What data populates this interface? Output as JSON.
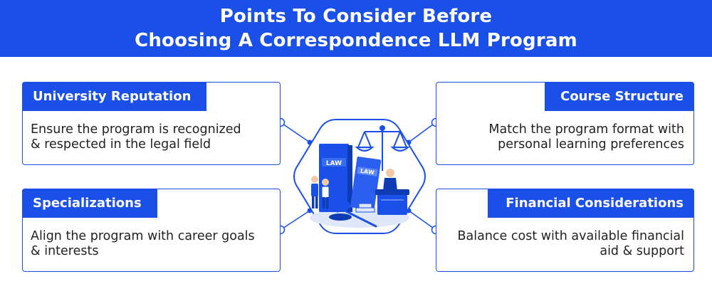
{
  "banner": {
    "line1": "Points To Consider Before",
    "line2": "Choosing A Correspondence LLM Program"
  },
  "cards": {
    "reputation": {
      "title": "University Reputation",
      "body_line1": "Ensure the program is recognized",
      "body_line2": "& respected in the legal field"
    },
    "structure": {
      "title": "Course Structure",
      "body_line1": "Match the program format with",
      "body_line2": "personal learning preferences"
    },
    "specializations": {
      "title": "Specializations",
      "body_line1": "Align the program with career goals",
      "body_line2": "& interests"
    },
    "financial": {
      "title": "Financial Considerations",
      "body_line1": "Balance cost with available financial",
      "body_line2": "aid & support"
    }
  },
  "illustration": {
    "book_label_1": "LAW",
    "book_label_2": "LAW"
  },
  "colors": {
    "primary": "#1a50e8",
    "light_blue": "#dfe7fb",
    "text": "#222222"
  }
}
